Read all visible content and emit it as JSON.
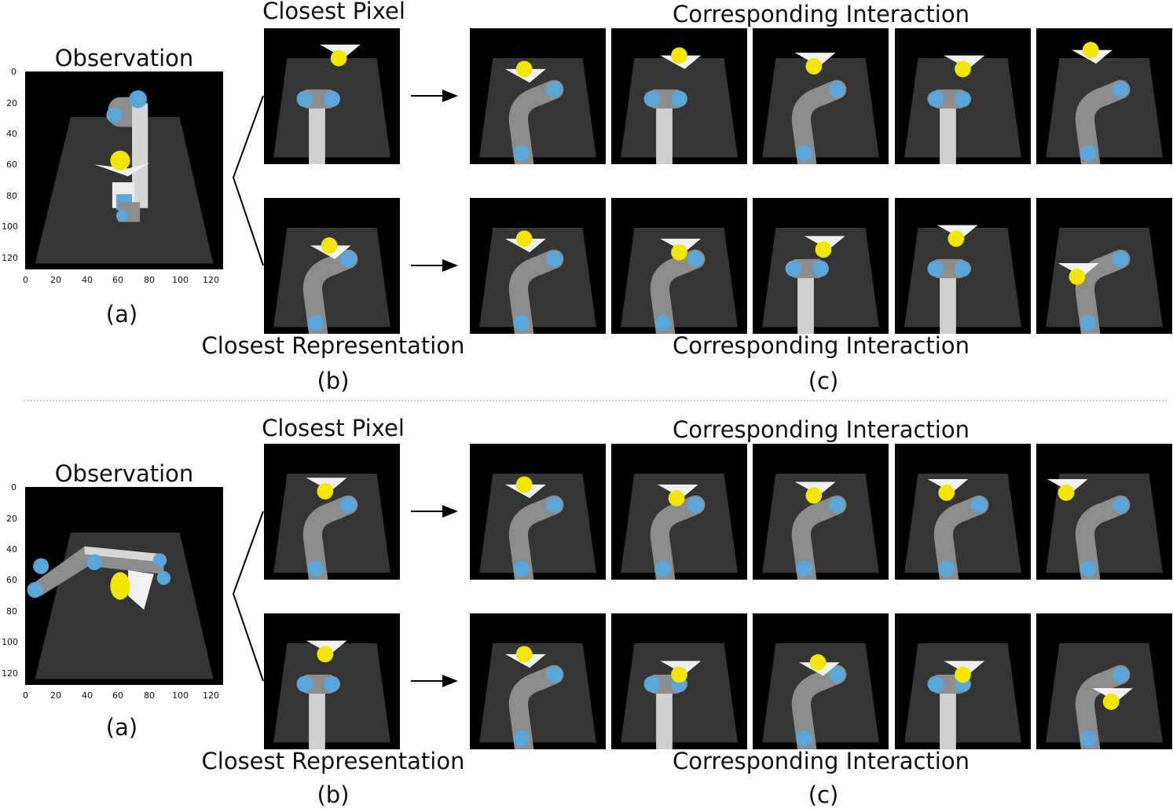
{
  "panels": [
    {
      "observation_title": "Observation",
      "closest_pixel_title": "Closest Pixel",
      "corresponding_interaction_title": "Corresponding Interaction",
      "closest_representation_title": "Closest Representation",
      "corresponding_interaction_bottom_title": "Corresponding Interaction",
      "label_a": "(a)",
      "label_b": "(b)",
      "label_c": "(c)",
      "y_ticks": [
        "0",
        "20",
        "40",
        "60",
        "80",
        "100",
        "120"
      ],
      "x_ticks": [
        "0",
        "20",
        "40",
        "60",
        "80",
        "100",
        "120"
      ]
    },
    {
      "observation_title": "Observation",
      "closest_pixel_title": "Closest Pixel",
      "corresponding_interaction_title": "Corresponding Interaction",
      "closest_representation_title": "Closest Representation",
      "corresponding_interaction_bottom_title": "Corresponding Interaction",
      "label_a": "(a)",
      "label_b": "(b)",
      "label_c": "(c)",
      "y_ticks": [
        "0",
        "20",
        "40",
        "60",
        "80",
        "100",
        "120"
      ],
      "x_ticks": [
        "0",
        "20",
        "40",
        "60",
        "80",
        "100",
        "120"
      ]
    }
  ],
  "colors": {
    "table": "#353535",
    "background": "#000000",
    "arm_gray": "#8c8c8c",
    "joint_blue": "#5ba6d8",
    "object_yellow": "#f2e600",
    "gripper_white": "#f0f0f0"
  }
}
